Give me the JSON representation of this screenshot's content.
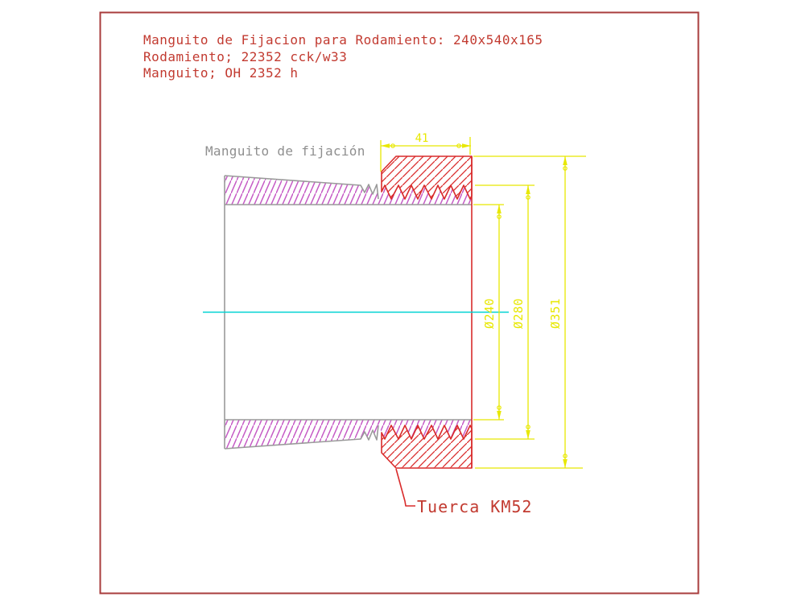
{
  "title_block": {
    "line1": "Manguito de Fijacion para Rodamiento: 240x540x165",
    "line2": "Rodamiento; 22352 cck/w33",
    "line3": "Manguito; OH 2352 h"
  },
  "view": {
    "part_label": "Manguito de fijación",
    "nut_label": "Tuerca KM52"
  },
  "dimensions": {
    "nut_width": "41",
    "bore_diameter": "Ø240",
    "thread_diameter": "Ø280",
    "outer_diameter": "Ø351"
  },
  "colors": {
    "frame": "#a83c3c",
    "red": "#d92b2b",
    "magenta_hatch": "#c55ac5",
    "yellow_dim": "#e8e800",
    "cyan_centerline": "#00d4d4",
    "outline_gray": "#9a9a9a",
    "label_gray": "#8f8f8f",
    "title_red": "#c23a30",
    "background": "#ffffff"
  }
}
